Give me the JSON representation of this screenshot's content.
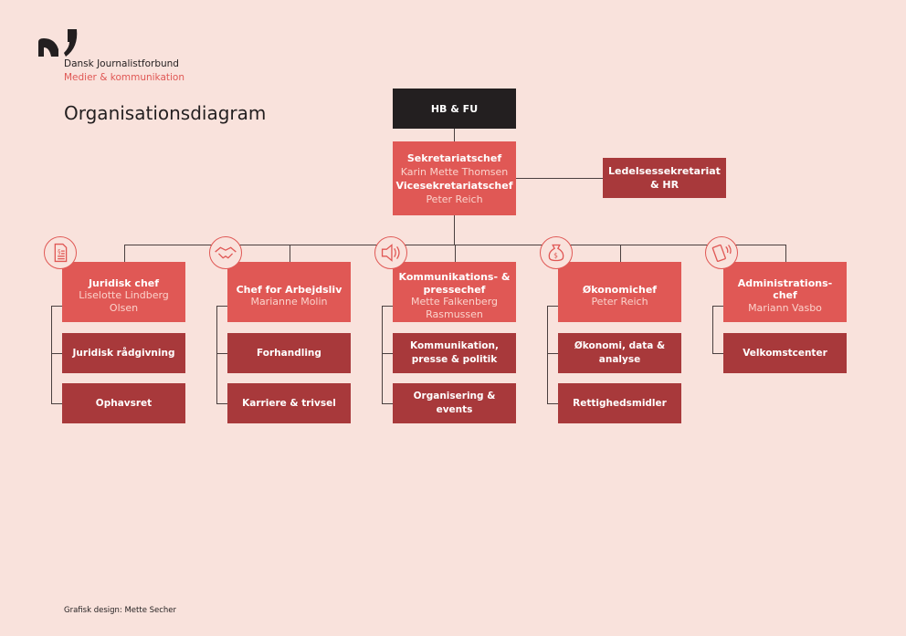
{
  "brand": {
    "name": "Dansk Journalistforbund",
    "tagline": "Medier & kommunikation"
  },
  "title": "Organisationsdiagram",
  "top": {
    "label": "HB & FU"
  },
  "secretariat": {
    "title1": "Sekretariatschef",
    "name1": "Karin Mette Thomsen",
    "title2": "Vicesekretariatschef",
    "name2": "Peter Reich"
  },
  "side": {
    "label": "Ledelsessekretariat & HR"
  },
  "departments": [
    {
      "title": "Juridisk chef",
      "name": "Liselotte Lindberg Olsen",
      "icon": "legal-document-icon",
      "units": [
        "Juridisk rådgivning",
        "Ophavsret"
      ]
    },
    {
      "title": "Chef for Arbejdsliv",
      "name": "Marianne Molin",
      "icon": "handshake-icon",
      "units": [
        "Forhandling",
        "Karriere & trivsel"
      ]
    },
    {
      "title": "Kommunikations- & pressechef",
      "name": "Mette Falkenberg Rasmussen",
      "icon": "megaphone-icon",
      "units": [
        "Kommunikation, presse & politik",
        "Organisering & events"
      ]
    },
    {
      "title": "Økonomichef",
      "name": "Peter Reich",
      "icon": "money-bag-icon",
      "units": [
        "Økonomi, data & analyse",
        "Rettighedsmidler"
      ]
    },
    {
      "title": "Administrations-chef",
      "name": "Mariann Vasbo",
      "icon": "phone-icon",
      "units": [
        "Velkomstcenter"
      ]
    }
  ],
  "footer": "Grafisk design: Mette Secher",
  "colors": {
    "background": "#f9e2dc",
    "head": "#e05855",
    "unit": "#a8393b",
    "top": "#231f20"
  }
}
